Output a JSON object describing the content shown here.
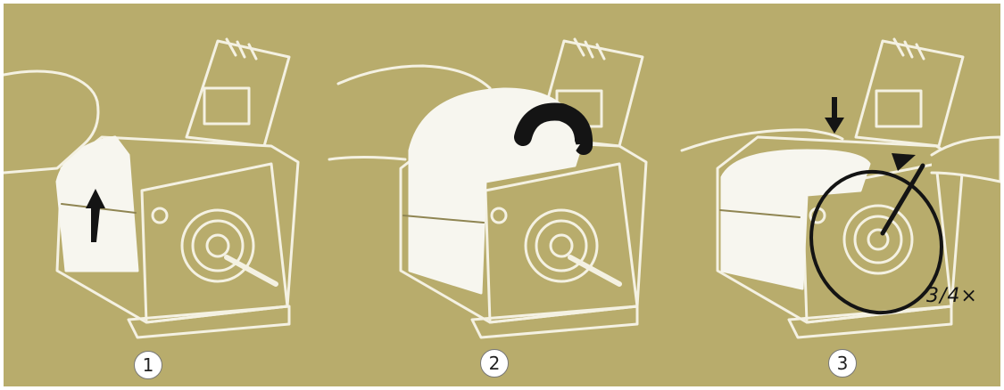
{
  "colors": {
    "background": "#b8ac6c",
    "frame": "#ffffff",
    "line": "#f4f1e2",
    "paper": "#f7f6ef",
    "ink": "#141414",
    "shade": "#8f8552"
  },
  "steps": [
    {
      "number": "1",
      "icon": "arrow-up-icon"
    },
    {
      "number": "2",
      "icon": "curved-arrow-icon"
    },
    {
      "number": "3",
      "icon": "arrow-down-icon"
    }
  ],
  "annotation": {
    "turns": "3/4×"
  }
}
